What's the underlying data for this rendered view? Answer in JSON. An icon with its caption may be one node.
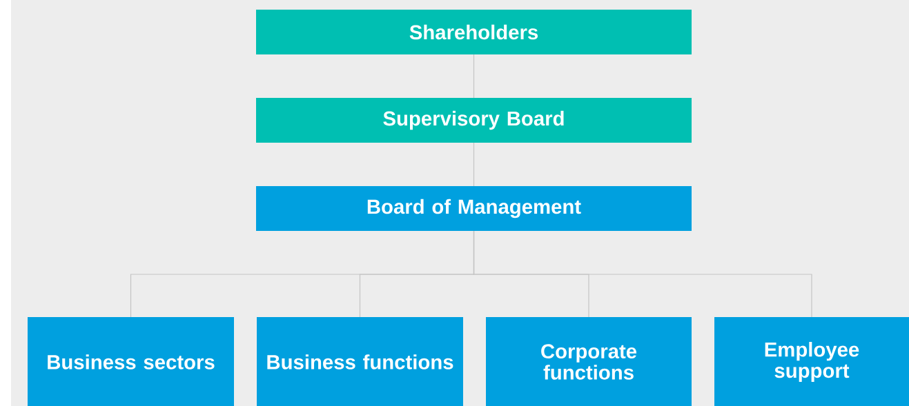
{
  "diagram": {
    "nodes": [
      {
        "text": [
          "Shareholders"
        ]
      },
      {
        "text": [
          "Supervisory Board"
        ]
      },
      {
        "text": [
          "Board of Management"
        ]
      },
      {
        "text": [
          "Business sectors"
        ]
      },
      {
        "text": [
          "Business functions"
        ]
      },
      {
        "text": [
          "Corporate functions"
        ]
      },
      {
        "text": [
          "Employee support"
        ]
      }
    ],
    "edges": [
      {
        "from": 0,
        "to": 1,
        "arrow": "none"
      },
      {
        "from": 1,
        "to": 2,
        "arrow": "none"
      },
      {
        "from": 2,
        "to": 3,
        "arrow": "none"
      },
      {
        "from": 2,
        "to": 4,
        "arrow": "none"
      },
      {
        "from": 2,
        "to": 5,
        "arrow": "none"
      },
      {
        "from": 2,
        "to": 6,
        "arrow": "none"
      }
    ]
  }
}
